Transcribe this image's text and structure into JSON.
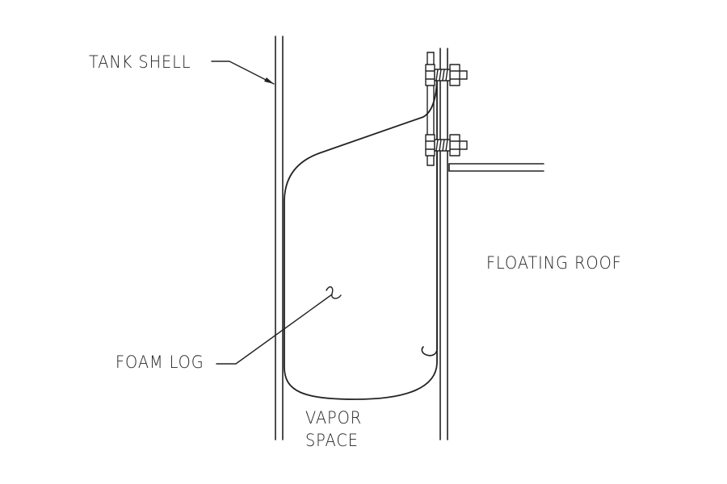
{
  "labels": {
    "tank_shell": "TANK SHELL",
    "floating_roof": "FLOATING ROOF",
    "foam_log": "FOAM LOG",
    "vapor_space_line1": "VAPOR",
    "vapor_space_line2": "SPACE"
  },
  "colors": {
    "line": "#222222",
    "background": "#ffffff"
  }
}
